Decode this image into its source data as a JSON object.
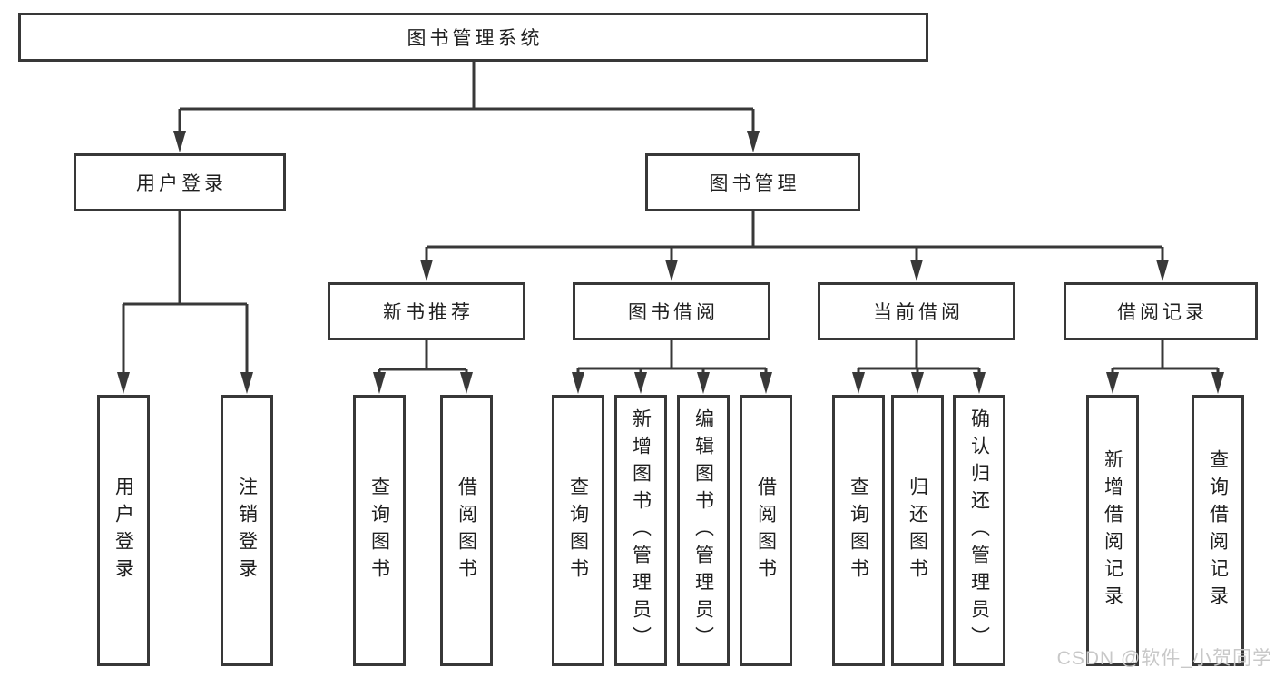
{
  "diagram": {
    "title": "图书管理系统",
    "nodes": {
      "root": "图书管理系统",
      "level2": [
        "用户登录",
        "图书管理"
      ],
      "level3": [
        "新书推荐",
        "图书借阅",
        "当前借阅",
        "借阅记录"
      ],
      "leaves_login": [
        "用户登录",
        "注销登录"
      ],
      "leaves_new_books": [
        "查询图书",
        "借阅图书"
      ],
      "leaves_borrow": [
        "查询图书",
        "新增图书（管理员）",
        "编辑图书（管理员）",
        "借阅图书"
      ],
      "leaves_current": [
        "查询图书",
        "归还图书",
        "确认归还（管理员）"
      ],
      "leaves_records": [
        "新增借阅记录",
        "查询借阅记录"
      ]
    },
    "edges": [
      {
        "from": "图书管理系统",
        "to": "用户登录"
      },
      {
        "from": "图书管理系统",
        "to": "图书管理"
      },
      {
        "from": "用户登录",
        "to": "用户登录"
      },
      {
        "from": "用户登录",
        "to": "注销登录"
      },
      {
        "from": "图书管理",
        "to": "新书推荐"
      },
      {
        "from": "图书管理",
        "to": "图书借阅"
      },
      {
        "from": "图书管理",
        "to": "当前借阅"
      },
      {
        "from": "图书管理",
        "to": "借阅记录"
      },
      {
        "from": "新书推荐",
        "to": "查询图书"
      },
      {
        "from": "新书推荐",
        "to": "借阅图书"
      },
      {
        "from": "图书借阅",
        "to": "查询图书"
      },
      {
        "from": "图书借阅",
        "to": "新增图书（管理员）"
      },
      {
        "from": "图书借阅",
        "to": "编辑图书（管理员）"
      },
      {
        "from": "图书借阅",
        "to": "借阅图书"
      },
      {
        "from": "当前借阅",
        "to": "查询图书"
      },
      {
        "from": "当前借阅",
        "to": "归还图书"
      },
      {
        "from": "当前借阅",
        "to": "确认归还（管理员）"
      },
      {
        "from": "借阅记录",
        "to": "新增借阅记录"
      },
      {
        "from": "借阅记录",
        "to": "查询借阅记录"
      }
    ]
  },
  "watermark": "CSDN @软件_小贺同学",
  "colors": {
    "line": "#383838",
    "text": "#1f1f1f",
    "watermark": "#c8c8c8",
    "bg": "#ffffff"
  }
}
